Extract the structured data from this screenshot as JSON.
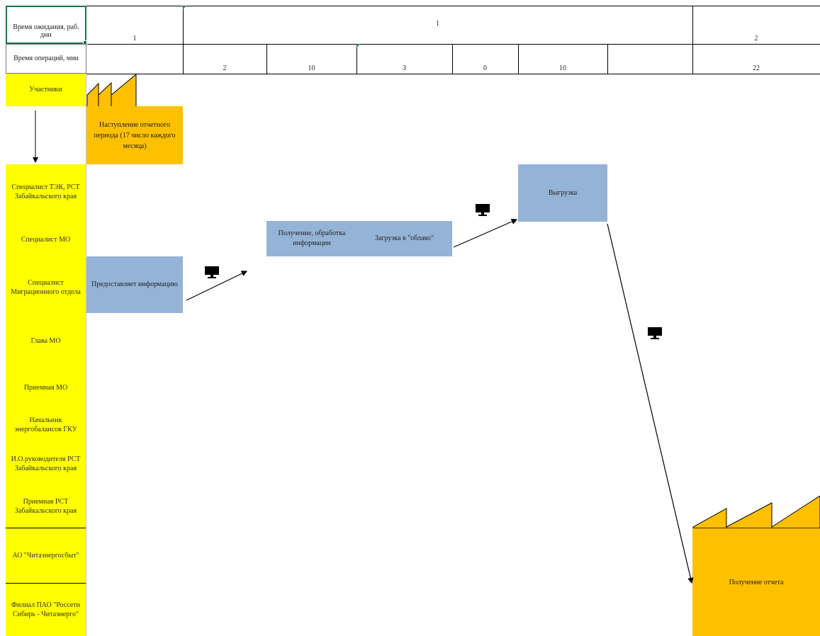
{
  "header": {
    "left_row1": "Время ожидания, раб. дни",
    "left_row2": "Время операций, мин",
    "wait_values": [
      "1",
      "1",
      "2"
    ],
    "op_values": [
      "",
      "2",
      "10",
      "3",
      "0",
      "10",
      "",
      "22"
    ]
  },
  "lanes": {
    "participants": "Участники",
    "rows": [
      "Специалист ТЭК, РСТ Забайкальского края",
      "Специалист МО",
      "Специалист Миграционного отдела",
      "Глава МО",
      "Приемная МО",
      "Начальник энергобалансов ГКУ",
      "И.О.руководителя РСТ Забайкальского края",
      "Приемная РСТ Забайкальского края",
      "АО \"Читаэнергосбыт\"",
      "Филиал ПАО \"Россети Сибирь - Читаэнерго\""
    ]
  },
  "boxes": {
    "start": "Наступление отчетного периода (17 число каждого месяца)",
    "provide": "Предоставляет информацию",
    "receive": "Получение, обработка информации",
    "upload_cloud": "Загрузка в \"облако\"",
    "export": "Выгрузка",
    "report": "Получение отчета"
  },
  "icons": [
    "computer-icon",
    "factory-icon",
    "down-arrow-icon"
  ],
  "colors": {
    "lane_yellow": "#ffff00",
    "process_blue": "#95b3d7",
    "event_orange": "#ffc000",
    "selection_green": "#217346"
  }
}
